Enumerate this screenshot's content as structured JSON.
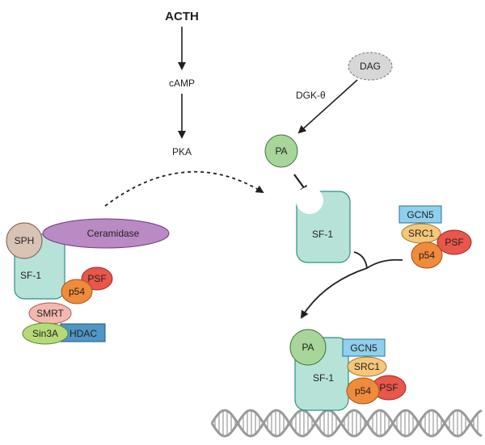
{
  "pathway": {
    "acth": "ACTH",
    "camp": "cAMP",
    "pka": "PKA",
    "dag": "DAG",
    "dgk": "DGK-θ",
    "pa": "PA"
  },
  "left_complex": {
    "sph": "SPH",
    "ceramidase": "Ceramidase",
    "sf1": "SF-1",
    "psf": "PSF",
    "p54": "p54",
    "smrt": "SMRT",
    "sin3a": "Sin3A",
    "hdac": "HDAC"
  },
  "middle": {
    "sf1": "SF-1"
  },
  "coactivators": {
    "gcn5": "GCN5",
    "src1": "SRC1",
    "psf": "PSF",
    "p54": "p54"
  },
  "bottom_complex": {
    "pa": "PA",
    "sf1": "SF-1",
    "gcn5": "GCN5",
    "src1": "SRC1",
    "p54": "p54",
    "psf": "PSF"
  },
  "colors": {
    "sf1_fill": "#b7e2d8",
    "pa_fill": "#a7d59a",
    "ceramidase_fill": "#b98ac4",
    "sph_fill": "#d9c3b5",
    "psf_fill": "#e8574a",
    "p54_fill": "#f08b3c",
    "smrt_fill": "#f3b8b0",
    "sin3a_fill": "#b6da7a",
    "hdac_fill": "#4f95c6",
    "gcn5_fill": "#8fd0ee",
    "src1_fill": "#f4c77a",
    "dag_fill": "#d7d7d7",
    "dna_color": "#9a9a9a"
  }
}
